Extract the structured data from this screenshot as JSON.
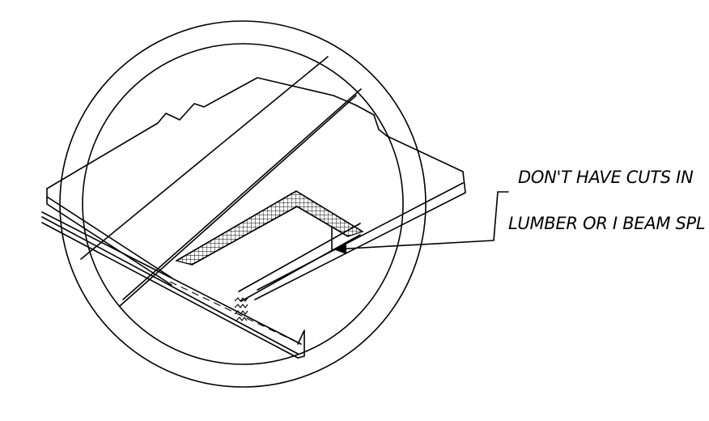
{
  "callout": {
    "line1": "DON'T HAVE CUTS IN",
    "line2": "LUMBER OR I BEAM SPL"
  },
  "symbol": "prohibition-circle",
  "colors": {
    "ink": "#000000",
    "background": "#ffffff"
  }
}
